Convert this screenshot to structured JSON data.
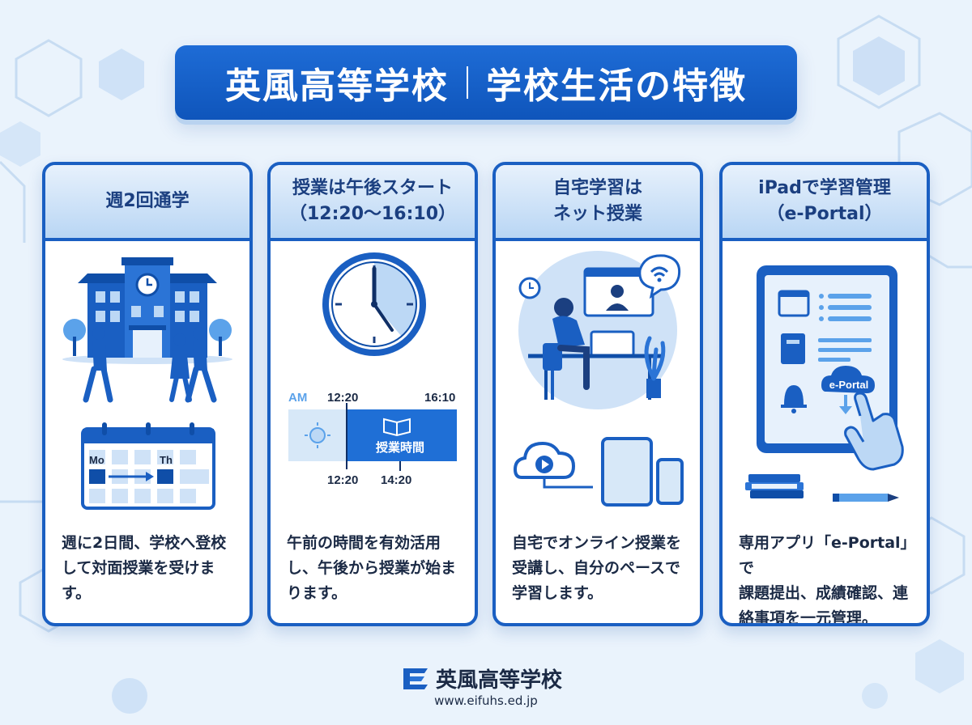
{
  "title": {
    "school": "英風高等学校",
    "subject": "学校生活の特徴"
  },
  "cards": [
    {
      "heading": [
        "週2回通学"
      ],
      "calendar": {
        "day1": "Mo",
        "day2": "Th"
      },
      "description": [
        "週に2日間、学校へ登校",
        "して対面授業を受けま",
        "す。"
      ]
    },
    {
      "heading": [
        "授業は午後スタート",
        "（12:20〜16:10）"
      ],
      "timeline": {
        "am": "AM",
        "start": "12:20",
        "end": "16:10",
        "block_label": "授業時間",
        "below_start": "12:20",
        "below_mid": "14:20"
      },
      "description": [
        "午前の時間を有効活用",
        "し、午後から授業が始ま",
        "ります。"
      ]
    },
    {
      "heading": [
        "自宅学習は",
        "ネット授業"
      ],
      "description": [
        "自宅でオンライン授業を",
        "受講し、自分のペースで",
        "学習します。"
      ]
    },
    {
      "heading": [
        "iPadで学習管理",
        "（e-Portal）"
      ],
      "portal_label": "e-Portal",
      "description": [
        "専用アプリ「e-Portal」で",
        "課題提出、成績確認、連",
        "絡事項を一元管理。"
      ]
    }
  ],
  "footer": {
    "name": "英風高等学校",
    "url": "www.eifuhs.ed.jp"
  },
  "colors": {
    "primary": "#1a5fc2",
    "dark": "#0f4ea8",
    "light": "#bcd8f5",
    "bg": "#eaf3fc",
    "text": "#1b2a45"
  },
  "icons": [
    "school-building-icon",
    "students-icon",
    "calendar-icon",
    "clock-icon",
    "sun-icon",
    "book-icon",
    "online-learner-icon",
    "wifi-icon",
    "cloud-video-icon",
    "tablet-icon",
    "smartphone-icon",
    "ipad-icon",
    "bell-icon",
    "touch-hand-icon",
    "books-icon",
    "pencil-icon",
    "school-logo-icon"
  ]
}
